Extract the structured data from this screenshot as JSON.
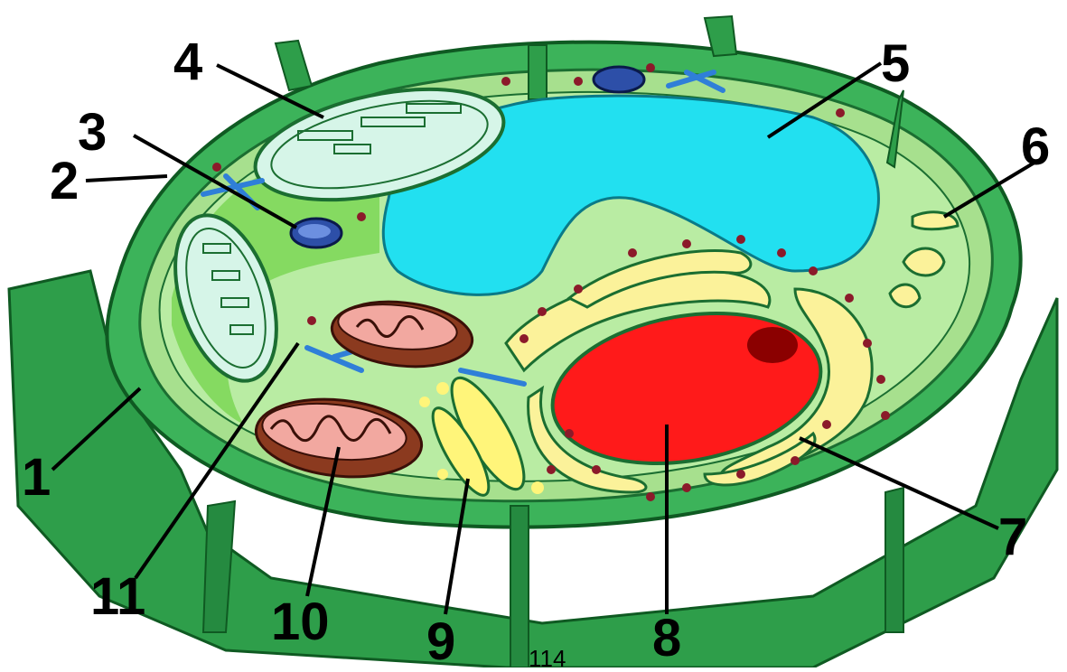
{
  "diagram": {
    "callouts": [
      {
        "id": "1",
        "text": "1"
      },
      {
        "id": "2",
        "text": "2"
      },
      {
        "id": "3",
        "text": "3"
      },
      {
        "id": "4",
        "text": "4"
      },
      {
        "id": "5",
        "text": "5"
      },
      {
        "id": "6",
        "text": "6"
      },
      {
        "id": "7",
        "text": "7"
      },
      {
        "id": "8",
        "text": "8"
      },
      {
        "id": "9",
        "text": "9"
      },
      {
        "id": "10",
        "text": "10"
      },
      {
        "id": "11",
        "text": "11"
      }
    ],
    "page_number": "114"
  },
  "colors": {
    "cell_wall": "#2e9e4a",
    "cell_wall_dark": "#1e7d36",
    "cytoplasm": "#b9eca3",
    "chloroplast_region": "#7fd85a",
    "vacuole": "#22e0f0",
    "nucleus": "#ff1a1a",
    "nucleolus": "#8b0000",
    "golgi_er": "#fbf29a",
    "mitochondria_outer": "#8b3a1f",
    "mitochondria_inner": "#f2a8a0",
    "chloroplast": "#d6f5e8",
    "ribosome": "#8b1a2a",
    "cytoskeleton": "#2f7fd8",
    "small_vacuole_blue": "#2d4fa8"
  }
}
